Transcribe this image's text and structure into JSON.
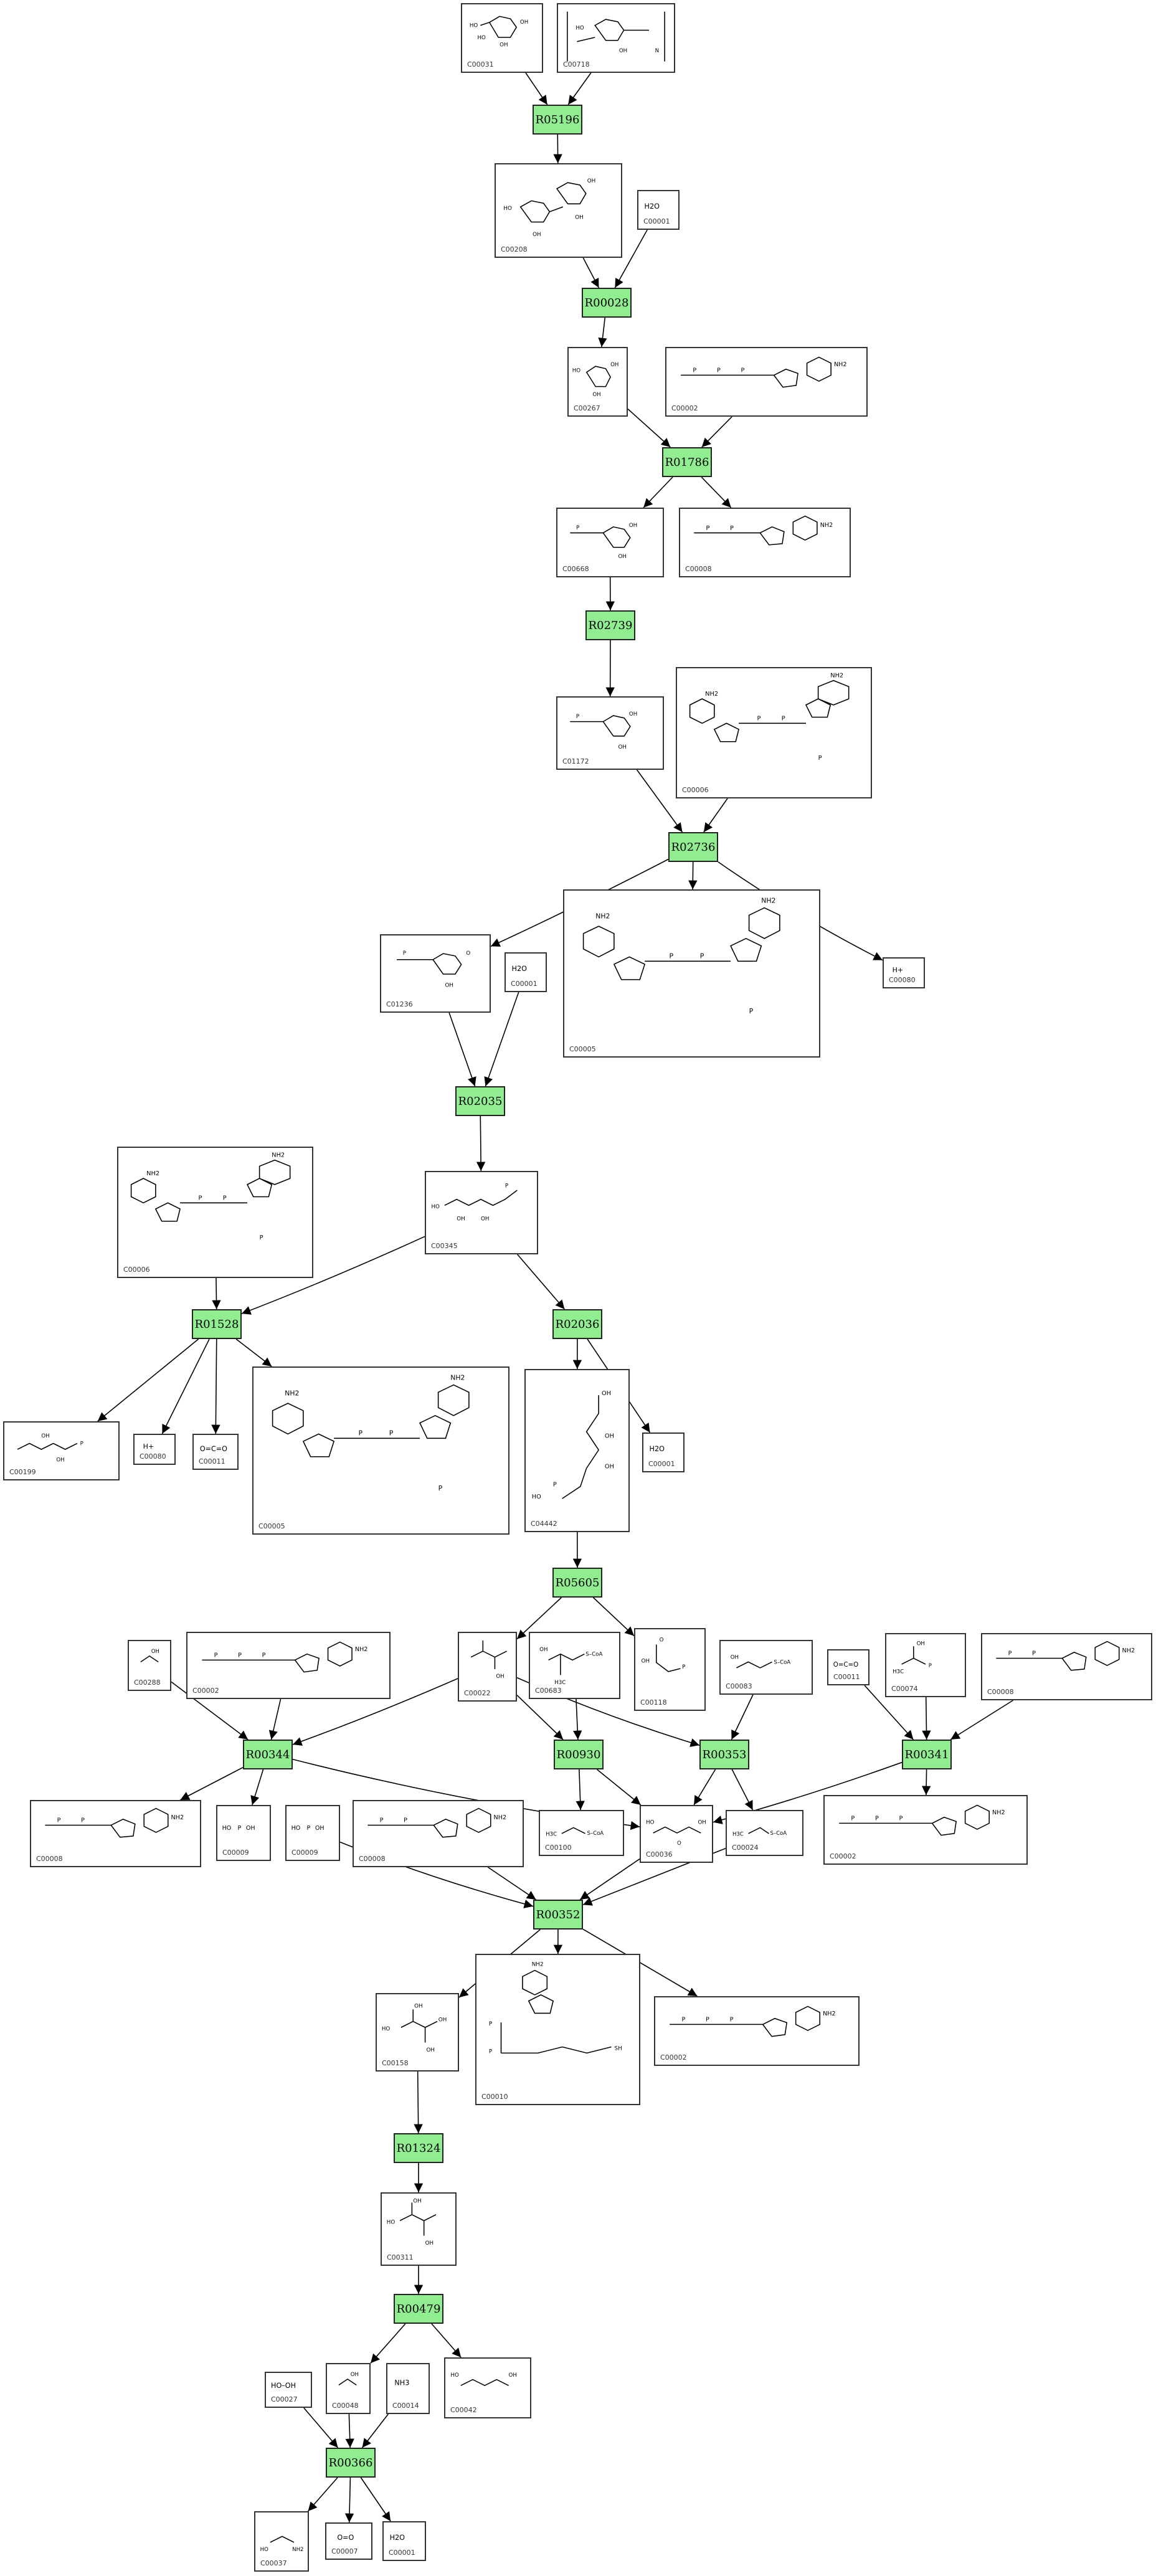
{
  "reactions": [
    {
      "key": "r1",
      "id": "R05196"
    },
    {
      "key": "r2",
      "id": "R00028"
    },
    {
      "key": "r3",
      "id": "R01786"
    },
    {
      "key": "r4",
      "id": "R02739"
    },
    {
      "key": "r5",
      "id": "R02736"
    },
    {
      "key": "r6",
      "id": "R02035"
    },
    {
      "key": "r7",
      "id": "R01528"
    },
    {
      "key": "r8",
      "id": "R02036"
    },
    {
      "key": "r9",
      "id": "R05605"
    },
    {
      "key": "r10",
      "id": "R00344"
    },
    {
      "key": "r11",
      "id": "R00930"
    },
    {
      "key": "r12",
      "id": "R00353"
    },
    {
      "key": "r13",
      "id": "R00341"
    },
    {
      "key": "r14",
      "id": "R00352"
    },
    {
      "key": "r15",
      "id": "R01324"
    },
    {
      "key": "r16",
      "id": "R00479"
    },
    {
      "key": "r17",
      "id": "R00366"
    }
  ],
  "compounds": [
    {
      "key": "c1",
      "id": "C00031",
      "formula": "glucose"
    },
    {
      "key": "c2",
      "id": "C00718",
      "formula": "amylose"
    },
    {
      "key": "c3",
      "id": "C00208",
      "formula": "maltose"
    },
    {
      "key": "c4",
      "id": "C00001",
      "formula": "H2O"
    },
    {
      "key": "c5",
      "id": "C00267",
      "formula": "glucose"
    },
    {
      "key": "c6",
      "id": "C00002",
      "formula": "ATP"
    },
    {
      "key": "c7",
      "id": "C00668",
      "formula": "glucose phosphate"
    },
    {
      "key": "c8",
      "id": "C00008",
      "formula": "ADP"
    },
    {
      "key": "c9",
      "id": "C01172",
      "formula": "glucose 6-phosphate"
    },
    {
      "key": "c10",
      "id": "C00006",
      "formula": "NADP+"
    },
    {
      "key": "c11",
      "id": "C01236",
      "formula": "phosphogluconolactone"
    },
    {
      "key": "c12",
      "id": "C00001",
      "formula": "H2O"
    },
    {
      "key": "c13",
      "id": "C00005",
      "formula": "NADPH"
    },
    {
      "key": "c14",
      "id": "C00080",
      "formula": "H+"
    },
    {
      "key": "c15",
      "id": "C00006",
      "formula": "NADP+"
    },
    {
      "key": "c16",
      "id": "C00345",
      "formula": "6-phosphogluconate"
    },
    {
      "key": "c17",
      "id": "C00199",
      "formula": "ribulose 5-phosphate"
    },
    {
      "key": "c18",
      "id": "C00080",
      "formula": "H+"
    },
    {
      "key": "c19",
      "id": "C00011",
      "formula": "CO2"
    },
    {
      "key": "c20",
      "id": "C00005",
      "formula": "NADPH"
    },
    {
      "key": "c21",
      "id": "C04442",
      "formula": "KDPG"
    },
    {
      "key": "c22",
      "id": "C00001",
      "formula": "H2O"
    },
    {
      "key": "c23",
      "id": "C00288",
      "formula": "HCO3-"
    },
    {
      "key": "c24",
      "id": "C00002",
      "formula": "ATP"
    },
    {
      "key": "c25",
      "id": "C00022",
      "formula": "pyruvate"
    },
    {
      "key": "c26",
      "id": "C00683",
      "formula": "methylmalonyl-CoA"
    },
    {
      "key": "c27",
      "id": "C00118",
      "formula": "glyceraldehyde 3-phosphate"
    },
    {
      "key": "c28",
      "id": "C00083",
      "formula": "malonyl-CoA"
    },
    {
      "key": "c29",
      "id": "C00011",
      "formula": "CO2"
    },
    {
      "key": "c30",
      "id": "C00074",
      "formula": "PEP"
    },
    {
      "key": "c31",
      "id": "C00008",
      "formula": "ADP"
    },
    {
      "key": "c32",
      "id": "C00008",
      "formula": "ADP"
    },
    {
      "key": "c33",
      "id": "C00009",
      "formula": "Pi"
    },
    {
      "key": "c34",
      "id": "C00009",
      "formula": "Pi"
    },
    {
      "key": "c35",
      "id": "C00008",
      "formula": "ADP"
    },
    {
      "key": "c36",
      "id": "C00100",
      "formula": "propionyl-CoA"
    },
    {
      "key": "c37",
      "id": "C00036",
      "formula": "oxaloacetate"
    },
    {
      "key": "c38",
      "id": "C00024",
      "formula": "acetyl-CoA"
    },
    {
      "key": "c39",
      "id": "C00002",
      "formula": "ATP"
    },
    {
      "key": "c40",
      "id": "C00158",
      "formula": "citrate"
    },
    {
      "key": "c41",
      "id": "C00010",
      "formula": "CoA"
    },
    {
      "key": "c42",
      "id": "C00002",
      "formula": "ATP"
    },
    {
      "key": "c43",
      "id": "C00311",
      "formula": "isocitrate"
    },
    {
      "key": "c44",
      "id": "C00027",
      "formula": "HO-OH"
    },
    {
      "key": "c45",
      "id": "C00048",
      "formula": "glyoxylate"
    },
    {
      "key": "c46",
      "id": "C00014",
      "formula": "NH3"
    },
    {
      "key": "c47",
      "id": "C00042",
      "formula": "succinate"
    },
    {
      "key": "c48",
      "id": "C00037",
      "formula": "glycine"
    },
    {
      "key": "c49",
      "id": "C00007",
      "formula": "O=O"
    },
    {
      "key": "c50",
      "id": "C00001",
      "formula": "H2O"
    }
  ],
  "edges": [
    [
      "c1",
      "r1"
    ],
    [
      "c2",
      "r1"
    ],
    [
      "r1",
      "c3"
    ],
    [
      "c3",
      "r2"
    ],
    [
      "c4",
      "r2"
    ],
    [
      "r2",
      "c5"
    ],
    [
      "c5",
      "r3"
    ],
    [
      "c6",
      "r3"
    ],
    [
      "r3",
      "c7"
    ],
    [
      "r3",
      "c8"
    ],
    [
      "c7",
      "r4"
    ],
    [
      "r4",
      "c9"
    ],
    [
      "c9",
      "r5"
    ],
    [
      "c10",
      "r5"
    ],
    [
      "r5",
      "c11"
    ],
    [
      "r5",
      "c13"
    ],
    [
      "r5",
      "c14"
    ],
    [
      "c11",
      "r6"
    ],
    [
      "c12",
      "r6"
    ],
    [
      "r6",
      "c16"
    ],
    [
      "c15",
      "r7"
    ],
    [
      "c16",
      "r7"
    ],
    [
      "c16",
      "r8"
    ],
    [
      "r7",
      "c17"
    ],
    [
      "r7",
      "c18"
    ],
    [
      "r7",
      "c19"
    ],
    [
      "r7",
      "c20"
    ],
    [
      "r8",
      "c21"
    ],
    [
      "r8",
      "c22"
    ],
    [
      "c21",
      "r9"
    ],
    [
      "r9",
      "c25"
    ],
    [
      "r9",
      "c27"
    ],
    [
      "c23",
      "r10"
    ],
    [
      "c24",
      "r10"
    ],
    [
      "c25",
      "r10"
    ],
    [
      "c25",
      "r11"
    ],
    [
      "c25",
      "r12"
    ],
    [
      "c26",
      "r11"
    ],
    [
      "c28",
      "r12"
    ],
    [
      "c29",
      "r13"
    ],
    [
      "c30",
      "r13"
    ],
    [
      "c31",
      "r13"
    ],
    [
      "r10",
      "c32"
    ],
    [
      "r10",
      "c33"
    ],
    [
      "r10",
      "c37"
    ],
    [
      "r11",
      "c36"
    ],
    [
      "r11",
      "c37"
    ],
    [
      "r12",
      "c37"
    ],
    [
      "r12",
      "c38"
    ],
    [
      "r13",
      "c37"
    ],
    [
      "r13",
      "c39"
    ],
    [
      "c34",
      "r14"
    ],
    [
      "c35",
      "r14"
    ],
    [
      "c37",
      "r14"
    ],
    [
      "c38",
      "r14"
    ],
    [
      "r14",
      "c40"
    ],
    [
      "r14",
      "c41"
    ],
    [
      "r14",
      "c42"
    ],
    [
      "c40",
      "r15"
    ],
    [
      "r15",
      "c43"
    ],
    [
      "c43",
      "r16"
    ],
    [
      "r16",
      "c45"
    ],
    [
      "r16",
      "c47"
    ],
    [
      "c44",
      "r17"
    ],
    [
      "c45",
      "r17"
    ],
    [
      "c46",
      "r17"
    ],
    [
      "r17",
      "c48"
    ],
    [
      "r17",
      "c49"
    ],
    [
      "r17",
      "c50"
    ]
  ],
  "labels": {
    "h2o": "H2O",
    "hplus": "H+",
    "co2": "O=C=O",
    "o2": "O=O",
    "h2o2": "HO–OH",
    "nh3": "NH3",
    "coa": "S–CoA",
    "oh": "OH",
    "ho": "HO",
    "nh2": "NH2",
    "p": "P",
    "n": "N",
    "h3c": "H3C",
    "sh": "SH",
    "o": "O"
  }
}
